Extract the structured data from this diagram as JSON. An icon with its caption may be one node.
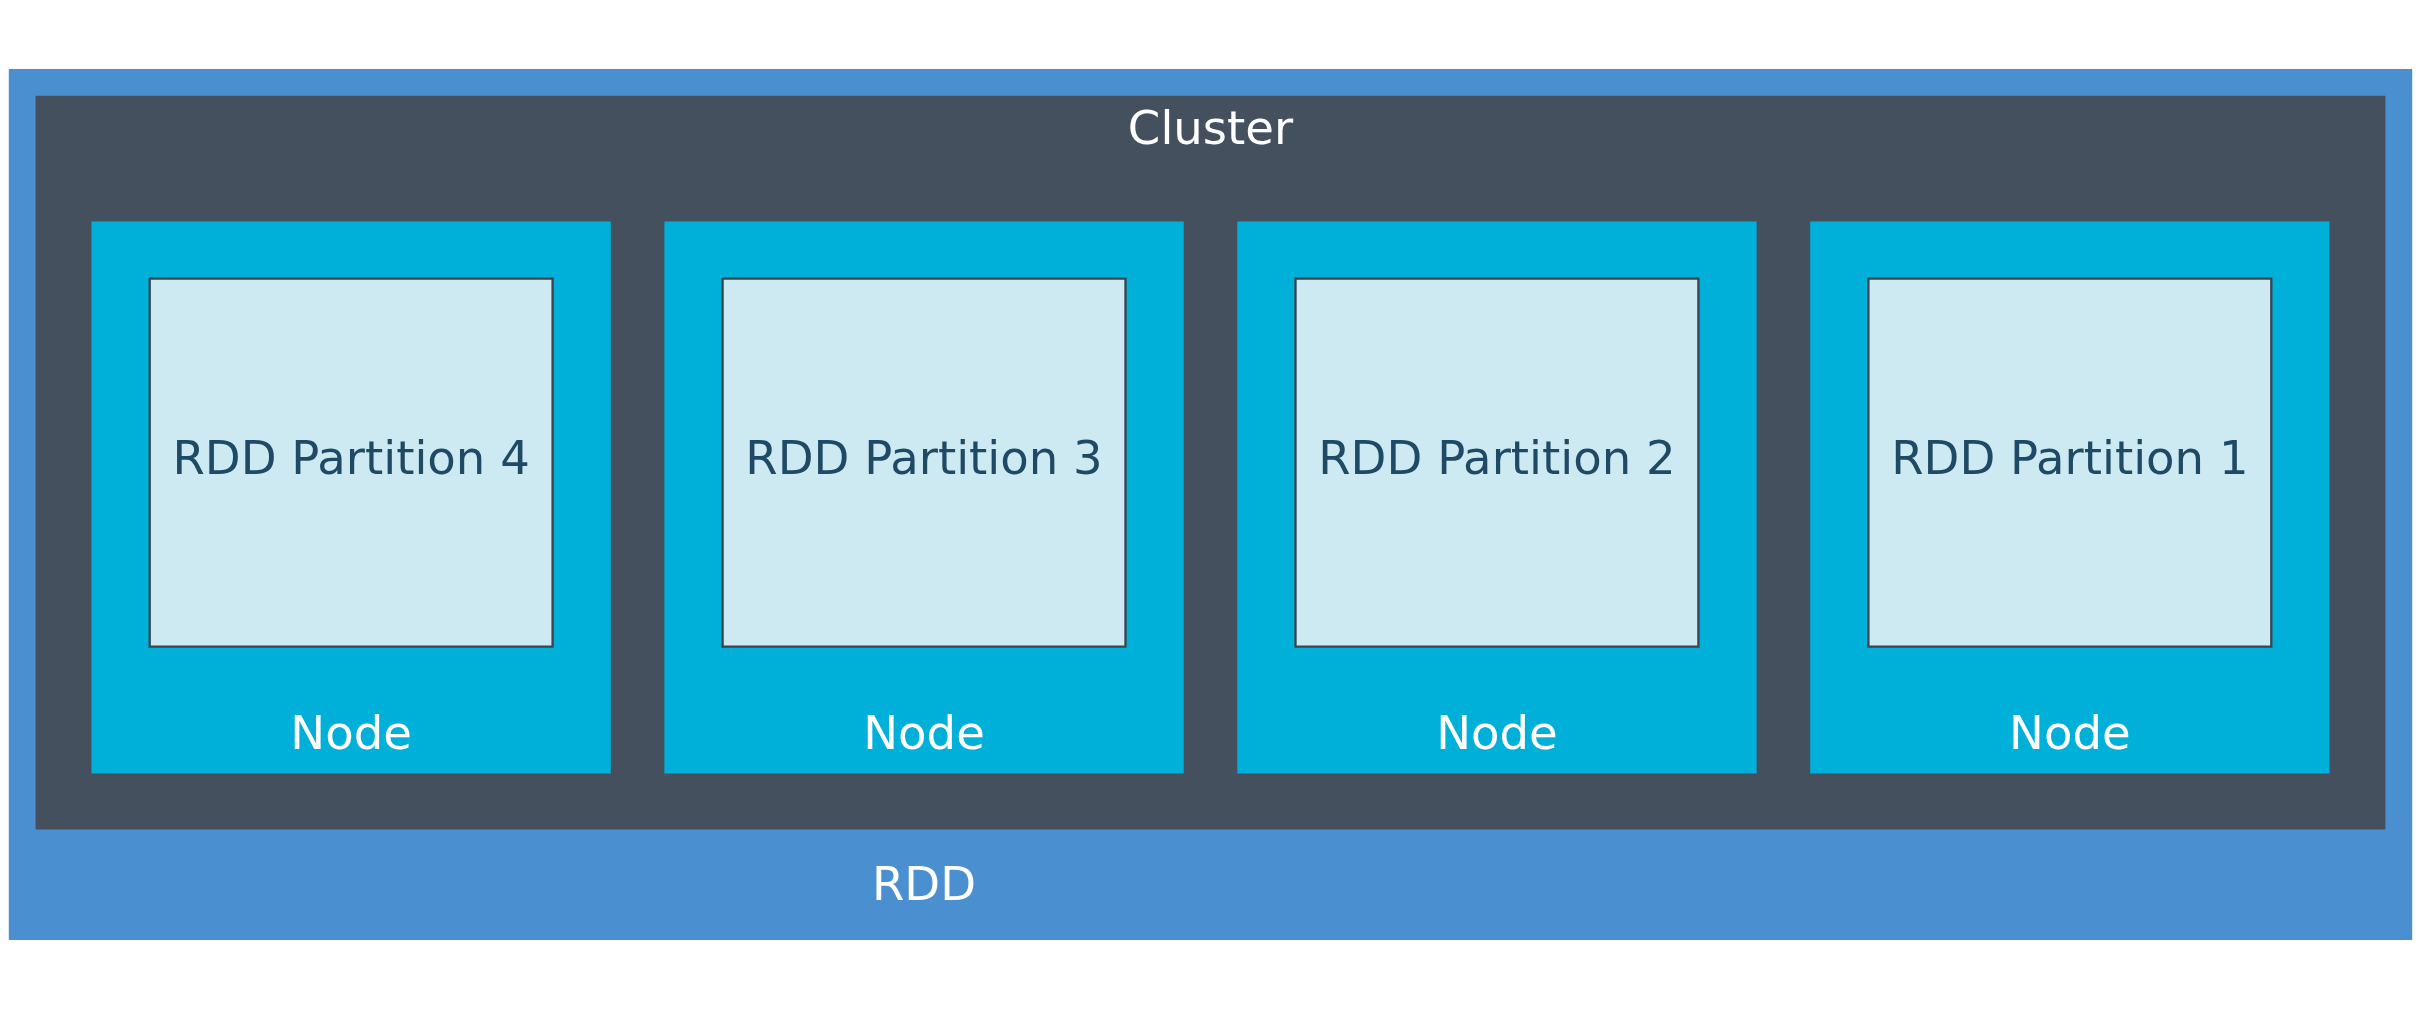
{
  "diagram": {
    "nodes": [
      {
        "text": [
          "Cluster"
        ]
      },
      {
        "text": [
          "Node"
        ],
        "in": 0
      },
      {
        "text": [
          "RDD Partition 1"
        ],
        "in": 1
      },
      {
        "text": [
          "Node"
        ],
        "in": 0
      },
      {
        "text": [
          "RDD Partition 2"
        ],
        "in": 3
      },
      {
        "text": [
          "Node"
        ],
        "in": 0
      },
      {
        "text": [
          "RDD Partition 3"
        ],
        "in": 5
      },
      {
        "text": [
          "Node"
        ],
        "in": 0
      },
      {
        "text": [
          "RDD Partition 4"
        ],
        "in": 7
      }
    ],
    "labels": [
      "RDD"
    ]
  }
}
